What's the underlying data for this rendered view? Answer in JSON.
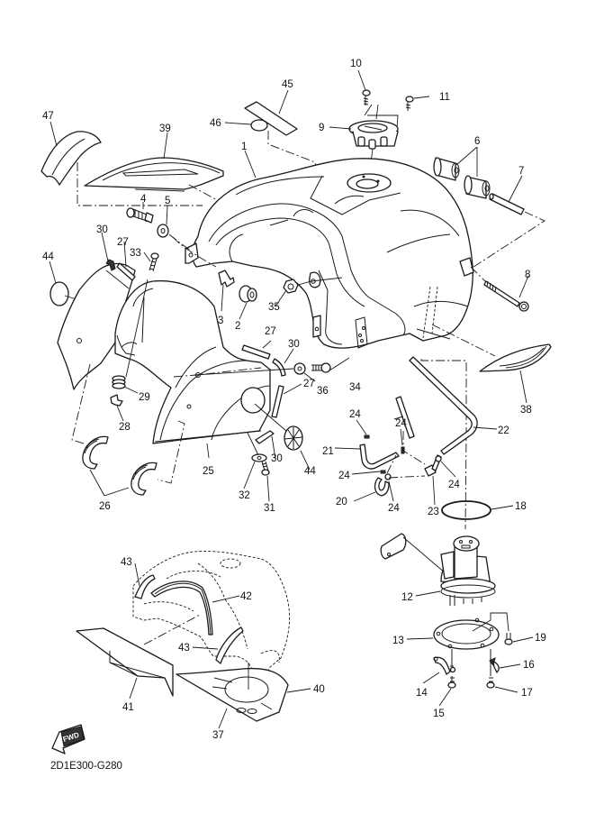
{
  "diagram": {
    "title": "Fuel tank exploded parts diagram",
    "drawing_code": "2D1E300-G280",
    "direction_indicator": "FWD",
    "callouts": [
      {
        "id": "c1",
        "label": "1"
      },
      {
        "id": "c2",
        "label": "2"
      },
      {
        "id": "c3",
        "label": "3"
      },
      {
        "id": "c4",
        "label": "4"
      },
      {
        "id": "c5",
        "label": "5"
      },
      {
        "id": "c6",
        "label": "6"
      },
      {
        "id": "c7",
        "label": "7"
      },
      {
        "id": "c8",
        "label": "8"
      },
      {
        "id": "c9",
        "label": "9"
      },
      {
        "id": "c10",
        "label": "10"
      },
      {
        "id": "c11",
        "label": "11"
      },
      {
        "id": "c12",
        "label": "12"
      },
      {
        "id": "c13",
        "label": "13"
      },
      {
        "id": "c14",
        "label": "14"
      },
      {
        "id": "c15",
        "label": "15"
      },
      {
        "id": "c16",
        "label": "16"
      },
      {
        "id": "c17",
        "label": "17"
      },
      {
        "id": "c18",
        "label": "18"
      },
      {
        "id": "c19",
        "label": "19"
      },
      {
        "id": "c20",
        "label": "20"
      },
      {
        "id": "c21",
        "label": "21"
      },
      {
        "id": "c22",
        "label": "22"
      },
      {
        "id": "c23",
        "label": "23"
      },
      {
        "id": "c24a",
        "label": "24"
      },
      {
        "id": "c24b",
        "label": "24"
      },
      {
        "id": "c24c",
        "label": "24"
      },
      {
        "id": "c24d",
        "label": "24"
      },
      {
        "id": "c24e",
        "label": "24"
      },
      {
        "id": "c25",
        "label": "25"
      },
      {
        "id": "c26",
        "label": "26"
      },
      {
        "id": "c27a",
        "label": "27"
      },
      {
        "id": "c27b",
        "label": "27"
      },
      {
        "id": "c27c",
        "label": "27"
      },
      {
        "id": "c28",
        "label": "28"
      },
      {
        "id": "c29",
        "label": "29"
      },
      {
        "id": "c30a",
        "label": "30"
      },
      {
        "id": "c30b",
        "label": "30"
      },
      {
        "id": "c30c",
        "label": "30"
      },
      {
        "id": "c31",
        "label": "31"
      },
      {
        "id": "c32",
        "label": "32"
      },
      {
        "id": "c33",
        "label": "33"
      },
      {
        "id": "c34",
        "label": "34"
      },
      {
        "id": "c35",
        "label": "35"
      },
      {
        "id": "c36",
        "label": "36"
      },
      {
        "id": "c37",
        "label": "37"
      },
      {
        "id": "c38",
        "label": "38"
      },
      {
        "id": "c39",
        "label": "39"
      },
      {
        "id": "c40",
        "label": "40"
      },
      {
        "id": "c41",
        "label": "41"
      },
      {
        "id": "c42",
        "label": "42"
      },
      {
        "id": "c43a",
        "label": "43"
      },
      {
        "id": "c43b",
        "label": "43"
      },
      {
        "id": "c44a",
        "label": "44"
      },
      {
        "id": "c44b",
        "label": "44"
      },
      {
        "id": "c45",
        "label": "45"
      },
      {
        "id": "c46",
        "label": "46"
      },
      {
        "id": "c47",
        "label": "47"
      }
    ]
  }
}
